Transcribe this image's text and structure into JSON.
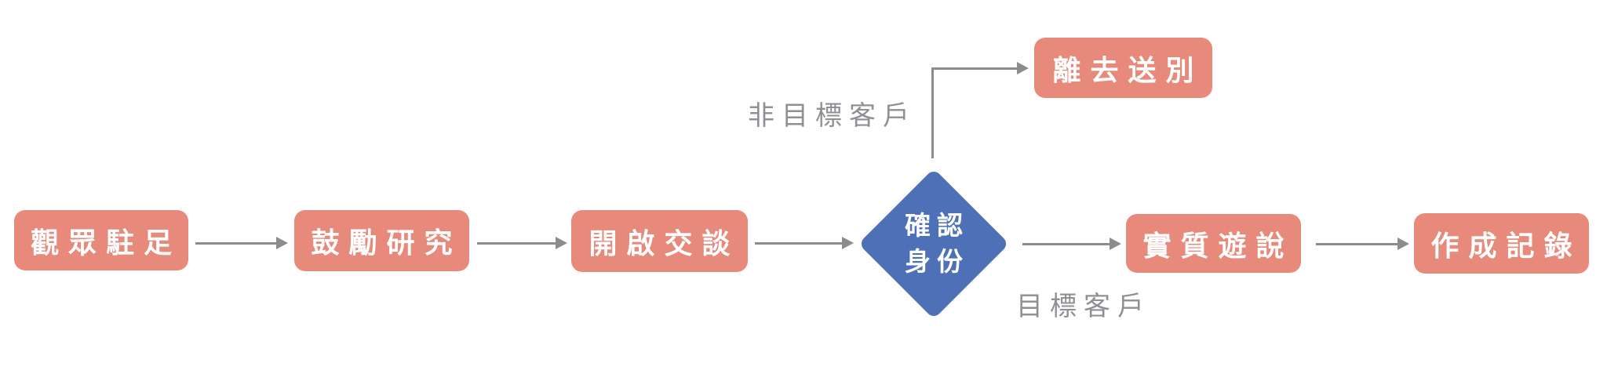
{
  "flowchart": {
    "process_nodes": [
      {
        "label": "觀眾駐足"
      },
      {
        "label": "鼓勵研究"
      },
      {
        "label": "開啟交談"
      },
      {
        "label": "實質遊說"
      },
      {
        "label": "作成記錄"
      },
      {
        "label": "離去送別"
      }
    ],
    "decision_node": {
      "lines": [
        "確認",
        "身份"
      ]
    },
    "edge_labels": {
      "non_target": "非目標客戶",
      "target": "目標客戶"
    },
    "colors": {
      "process_fill": "#E78A7C",
      "decision_fill": "#4D70B6",
      "connector": "#8C8C8C",
      "edge_label_text": "#8E9093",
      "node_text": "#FFFFFF",
      "background": "#FFFFFF"
    }
  }
}
